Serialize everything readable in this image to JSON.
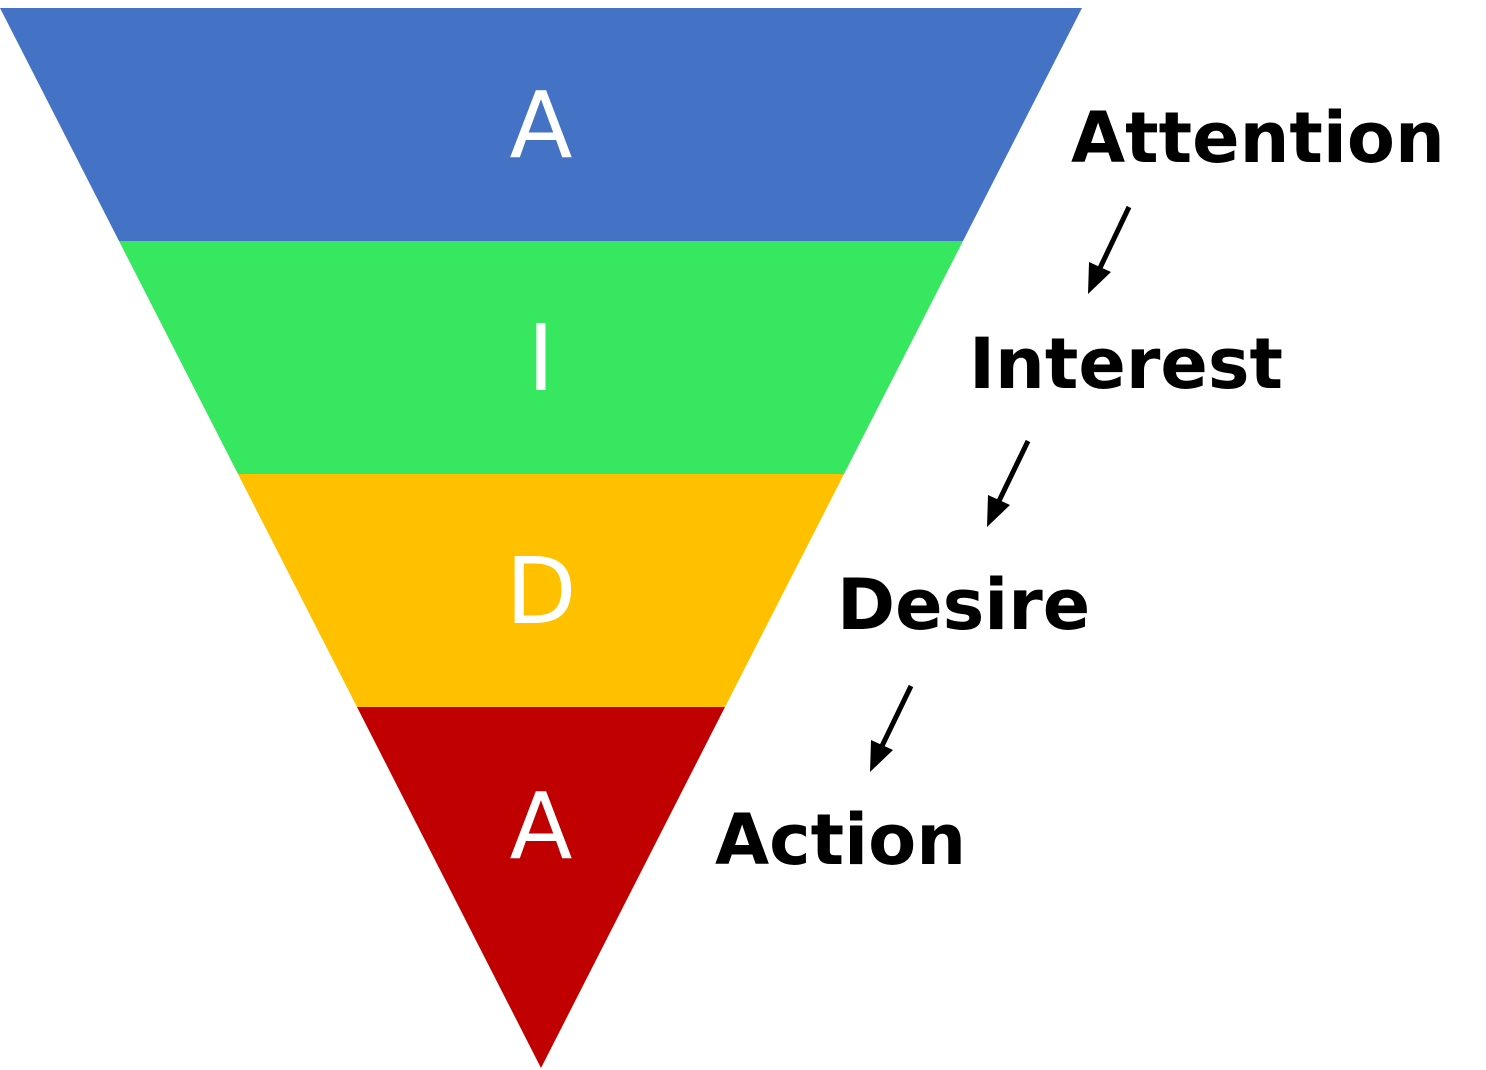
{
  "funnel": {
    "stages": [
      {
        "letter": "A",
        "label": "Attention",
        "color": "#4472C4"
      },
      {
        "letter": "I",
        "label": "Interest",
        "color": "#36E75F"
      },
      {
        "letter": "D",
        "label": "Desire",
        "color": "#FFC000"
      },
      {
        "letter": "A",
        "label": "Action",
        "color": "#C00000"
      }
    ]
  },
  "arrows": {
    "color": "#000000",
    "icon": "arrow-down-left-icon"
  }
}
